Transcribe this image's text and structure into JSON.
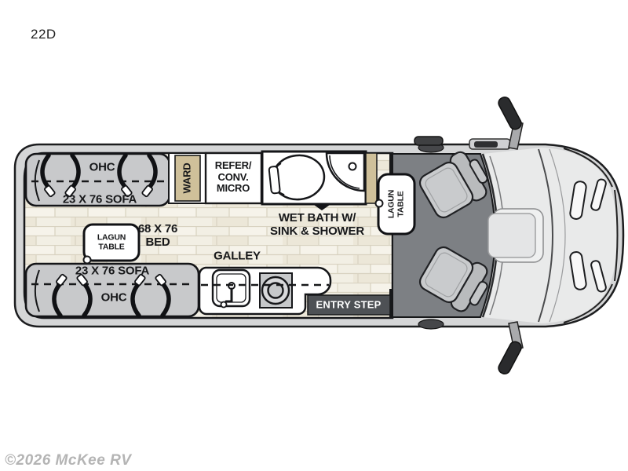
{
  "title": "22D",
  "watermark": "©2026 McKee RV",
  "floorplan": {
    "model": "22D",
    "areas": {
      "sofa_top": {
        "ohc": "OHC",
        "label": "23 X 76 SOFA"
      },
      "sofa_bottom": {
        "ohc": "OHC",
        "label": "23 X 76 SOFA"
      },
      "wardrobe": "WARD",
      "refrigerator": "REFER/\nCONV.\nMICRO",
      "wet_bath": "WET BATH W/\nSINK & SHOWER",
      "bed": "68 X 76\nBED",
      "lagun_table_left": "LAGUN\nTABLE",
      "lagun_table_right": "LAGUN\nTABLE",
      "galley": "GALLEY",
      "entry_step": "ENTRY STEP"
    },
    "colors": {
      "accent_tan": "#cfc09a",
      "sofa_gray": "#c8c9cb",
      "cab_floor_gray": "#7d8084",
      "entry_step_bg": "#4e5155",
      "body_wall_gray": "#d5d6d7",
      "floor_wood": "#f2efe4",
      "watermark_gray": "#b4b4b4"
    }
  }
}
